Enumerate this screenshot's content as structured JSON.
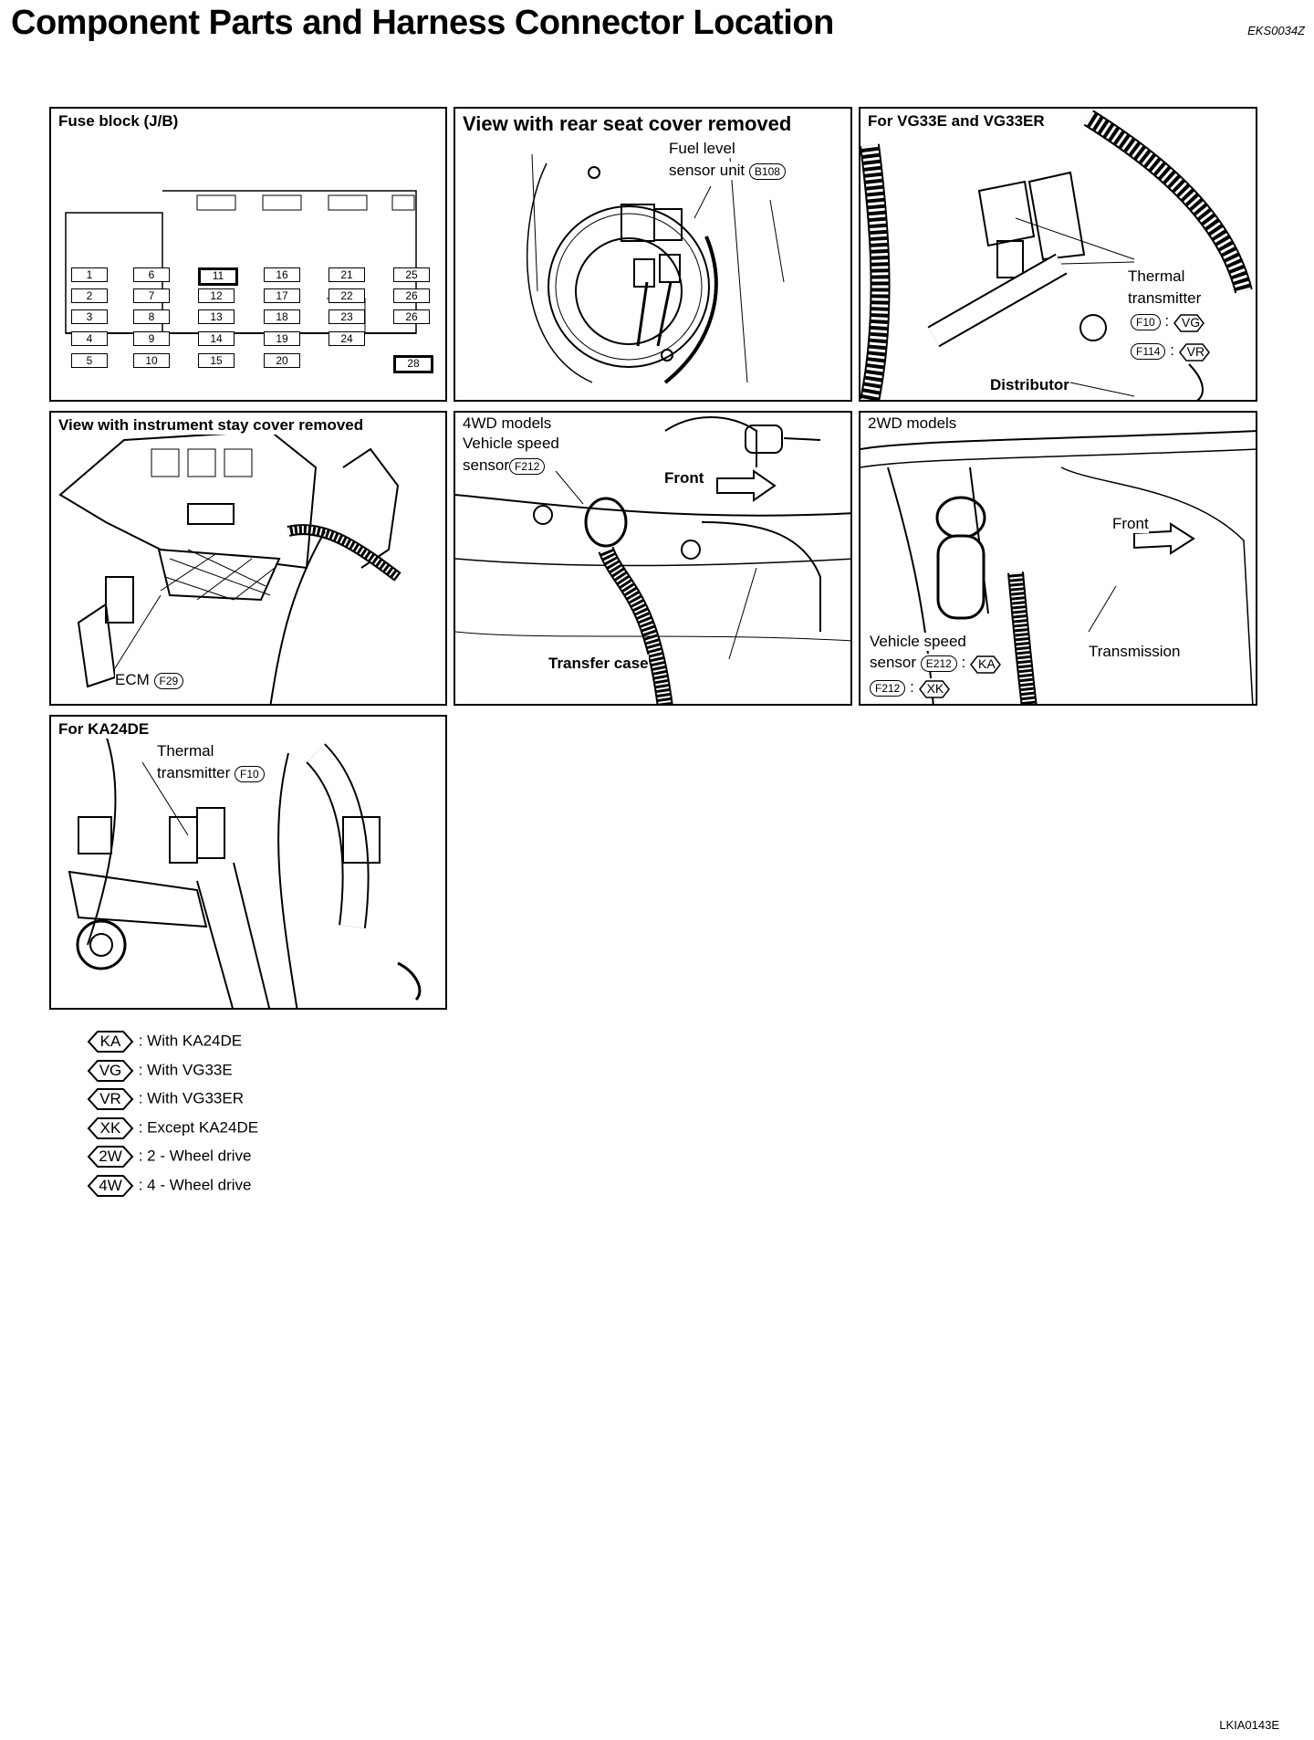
{
  "header": {
    "title": "Component Parts and Harness Connector Location",
    "code": "EKS0034Z"
  },
  "footer": {
    "code": "LKIA0143E"
  },
  "panels": {
    "fuse_block": {
      "title": "Fuse block (J/B)",
      "fuses": [
        "1",
        "2",
        "3",
        "4",
        "5",
        "6",
        "7",
        "8",
        "9",
        "10",
        "11",
        "12",
        "13",
        "14",
        "15",
        "16",
        "17",
        "18",
        "19",
        "20",
        "21",
        "22",
        "23",
        "24",
        "25",
        "26",
        "26",
        "28"
      ]
    },
    "rear_seat": {
      "title": "View with rear seat cover removed",
      "label_line1": "Fuel level",
      "label_line2": "sensor unit",
      "connector": "B108"
    },
    "vg33": {
      "title": "For VG33E and VG33ER",
      "label_line1": "Thermal",
      "label_line2": "transmitter",
      "conn1": "F10",
      "code1": "VG",
      "conn2": "F114",
      "code2": "VR",
      "distributor": "Distributor",
      "sep": ":"
    },
    "instrument": {
      "title": "View with instrument stay cover removed",
      "ecm": "ECM",
      "connector": "F29"
    },
    "fourwd": {
      "title": "4WD models",
      "vss_line1": "Vehicle speed",
      "vss_line2": "sensor",
      "connector": "F212",
      "front": "Front",
      "transfer": "Transfer case"
    },
    "twowd": {
      "title": "2WD models",
      "front": "Front",
      "vss_line1": "Vehicle speed",
      "vss_line2": "sensor",
      "conn1": "E212",
      "code1": "KA",
      "conn2": "F212",
      "code2": "XK",
      "transmission": "Transmission",
      "sep": ":"
    },
    "ka24": {
      "title": "For KA24DE",
      "label_line1": "Thermal",
      "label_line2": "transmitter",
      "connector": "F10"
    }
  },
  "legend": [
    {
      "code": "KA",
      "text": ": With KA24DE"
    },
    {
      "code": "VG",
      "text": ": With VG33E"
    },
    {
      "code": "VR",
      "text": ": With VG33ER"
    },
    {
      "code": "XK",
      "text": ": Except KA24DE"
    },
    {
      "code": "2W",
      "text": ": 2 - Wheel drive"
    },
    {
      "code": "4W",
      "text": ": 4 - Wheel drive"
    }
  ]
}
